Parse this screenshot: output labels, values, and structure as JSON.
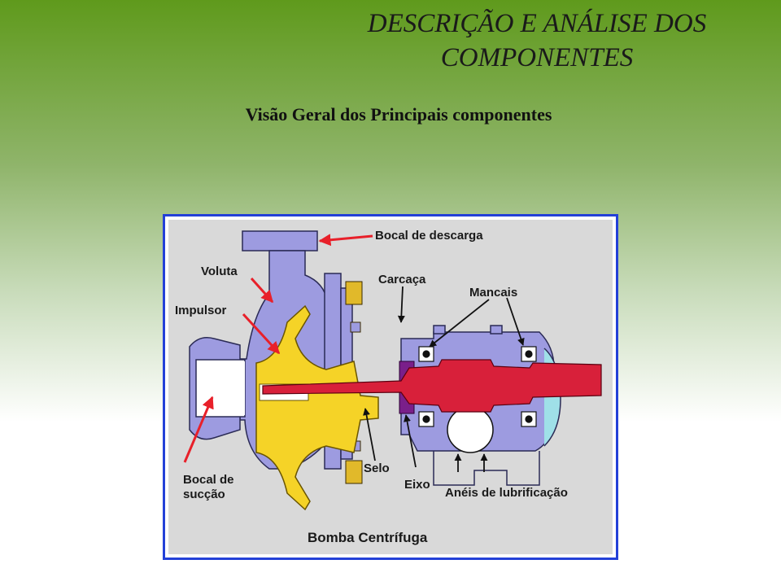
{
  "slide": {
    "title_line1": "DESCRIÇÃO E ANÁLISE DOS",
    "title_line2": "COMPONENTES",
    "subtitle": "Visão Geral dos Principais componentes"
  },
  "diagram": {
    "caption": "Bomba Centrífuga",
    "labels": {
      "bocal_descarga": "Bocal de descarga",
      "voluta": "Voluta",
      "impulsor": "Impulsor",
      "carcaca": "Carcaça",
      "mancais": "Mancais",
      "bocal_succao_1": "Bocal de",
      "bocal_succao_2": "sucção",
      "selo": "Selo",
      "eixo": "Eixo",
      "aneis": "Anéis de lubrificação"
    },
    "colors": {
      "frame_border": "#2340d8",
      "panel": "#d9d9d9",
      "casing": "#9d9be0",
      "impeller": "#f5d327",
      "shaft": "#d8203a",
      "arrow": "#e8202a",
      "bolt": "#e1b92a",
      "seal": "#7a1f8a"
    }
  }
}
